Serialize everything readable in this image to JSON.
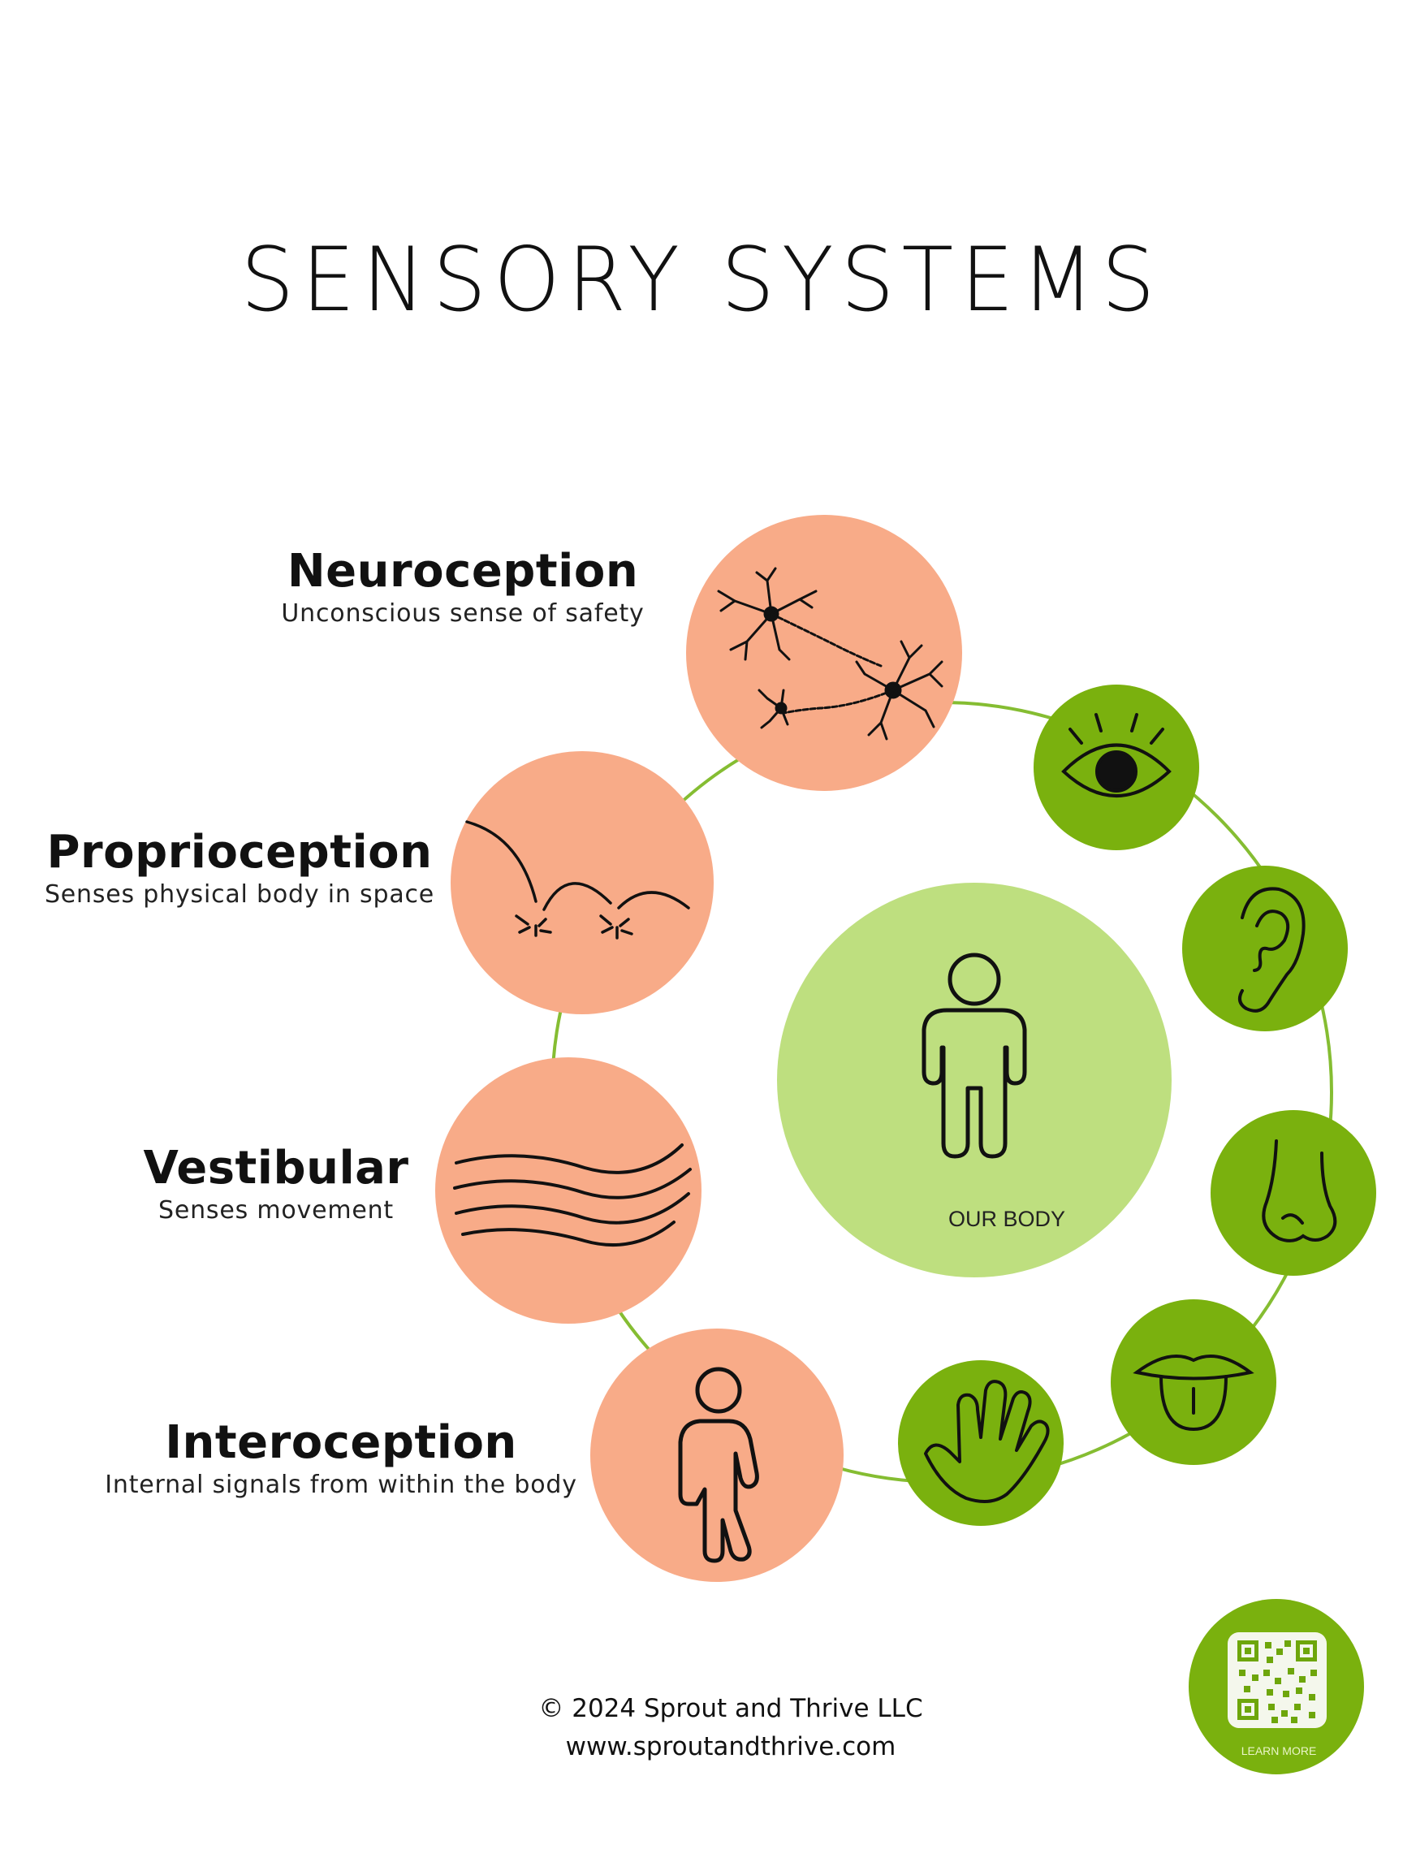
{
  "page": {
    "title": "SENSORY SYSTEMS"
  },
  "colors": {
    "accent_green": "#7ab10e",
    "light_green": "#bedf7f",
    "salmon": "#f8ab88",
    "connector": "#85bd32",
    "ink": "#111111"
  },
  "systems": [
    {
      "name": "Neuroception",
      "description": "Unconscious sense of safety",
      "icon": "neurons-icon"
    },
    {
      "name": "Proprioception",
      "description": "Senses physical body in space",
      "icon": "bouncing-arc-icon"
    },
    {
      "name": "Vestibular",
      "description": "Senses movement",
      "icon": "waves-icon"
    },
    {
      "name": "Interoception",
      "description": "Internal signals from within the body",
      "icon": "person-needing-bathroom-icon"
    }
  ],
  "senses": [
    {
      "icon": "eye-icon"
    },
    {
      "icon": "ear-icon"
    },
    {
      "icon": "nose-icon"
    },
    {
      "icon": "mouth-tongue-icon"
    },
    {
      "icon": "hand-icon"
    }
  ],
  "center": {
    "label": "OUR BODY",
    "icon": "person-outline-icon"
  },
  "footer": {
    "copyright_symbol": "©",
    "copyright": "2024 Sprout and Thrive LLC",
    "website": "www.sproutandthrive.com"
  },
  "qr": {
    "caption": "LEARN MORE",
    "icon": "qr-code-icon"
  }
}
